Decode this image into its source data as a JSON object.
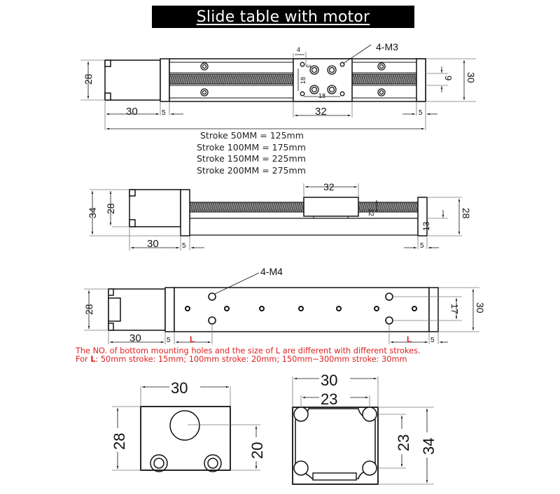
{
  "title": "Slide table with motor",
  "top_view": {
    "callout": "4-M3",
    "dims": {
      "motor_height": "28",
      "motor_length": "30",
      "end_plate": "5",
      "carriage_width": "32",
      "end_plate_right": "5",
      "hole_offset_x": "4",
      "hole_offset_y": "3",
      "hole_spacing_v": "18",
      "hole_spacing_h": "18",
      "rail_gap": "9",
      "total_width": "30"
    }
  },
  "stroke_table": [
    "Stroke 50MM = 125mm",
    "Stroke 100MM = 175mm",
    "Stroke 150MM = 225mm",
    "Stroke 200MM = 275mm"
  ],
  "side_view": {
    "dims": {
      "overall_height": "34",
      "motor_height": "28",
      "motor_length": "30",
      "end_plate": "5",
      "carriage_width": "32",
      "screw_dia": "12",
      "screw_center": "13",
      "right_height": "28",
      "end_plate_right": "5"
    }
  },
  "bottom_view": {
    "callout": "4-M4",
    "dims": {
      "motor_height": "28",
      "motor_length": "30",
      "end_plate": "5",
      "L_left": "L",
      "L_right": "L",
      "end_plate_right": "5",
      "hole_spacing": "17",
      "total_width": "30"
    }
  },
  "note": {
    "line1": "The NO. of bottom mounting holes and the size of L are different with different strokes.",
    "line2_prefix": "For ",
    "line2_bold": "L",
    "line2_rest": ": 50mm stroke: 15mm; 100mm stroke: 20mm; 150mm~300mm stroke: 30mm"
  },
  "end_view_left": {
    "dims": {
      "width": "30",
      "height": "28",
      "center_height": "20"
    }
  },
  "end_view_right": {
    "dims": {
      "width": "30",
      "hole_spacing_h": "23",
      "hole_spacing_v": "23",
      "height": "34"
    }
  },
  "colors": {
    "accent_red": "#e02020",
    "line": "#111111",
    "dim_line": "#888888"
  }
}
